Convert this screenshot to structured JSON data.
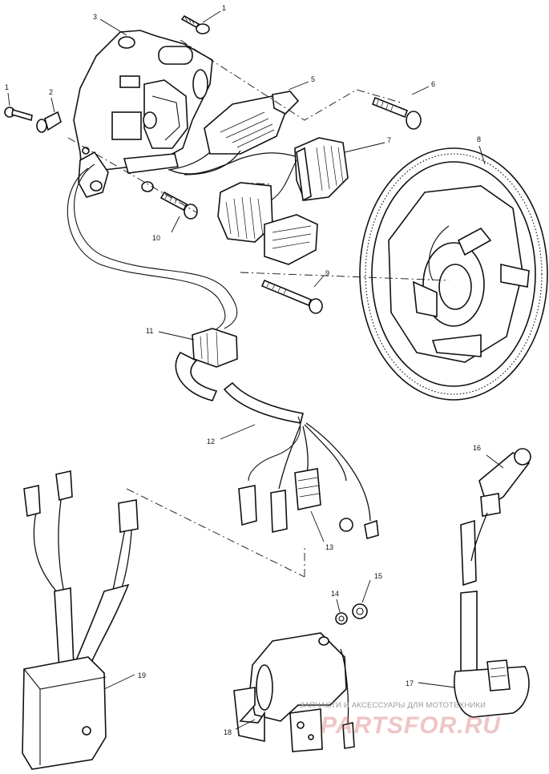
{
  "callouts": {
    "c1a": "1",
    "c1b": "1",
    "c2": "2",
    "c3": "3",
    "c5": "5",
    "c6": "6",
    "c7": "7",
    "c8": "8",
    "c9": "9",
    "c10": "10",
    "c11": "11",
    "c12": "12",
    "c13": "13",
    "c14": "14",
    "c15": "15",
    "c16": "16",
    "c17": "17",
    "c18": "18",
    "c19": "19"
  },
  "watermark": {
    "tagline": "ЗАПЧАСТИ И АКСЕССУАРЫ ДЛЯ МОТОТЕХНИКИ",
    "brand": "PARTSFOR.RU"
  }
}
